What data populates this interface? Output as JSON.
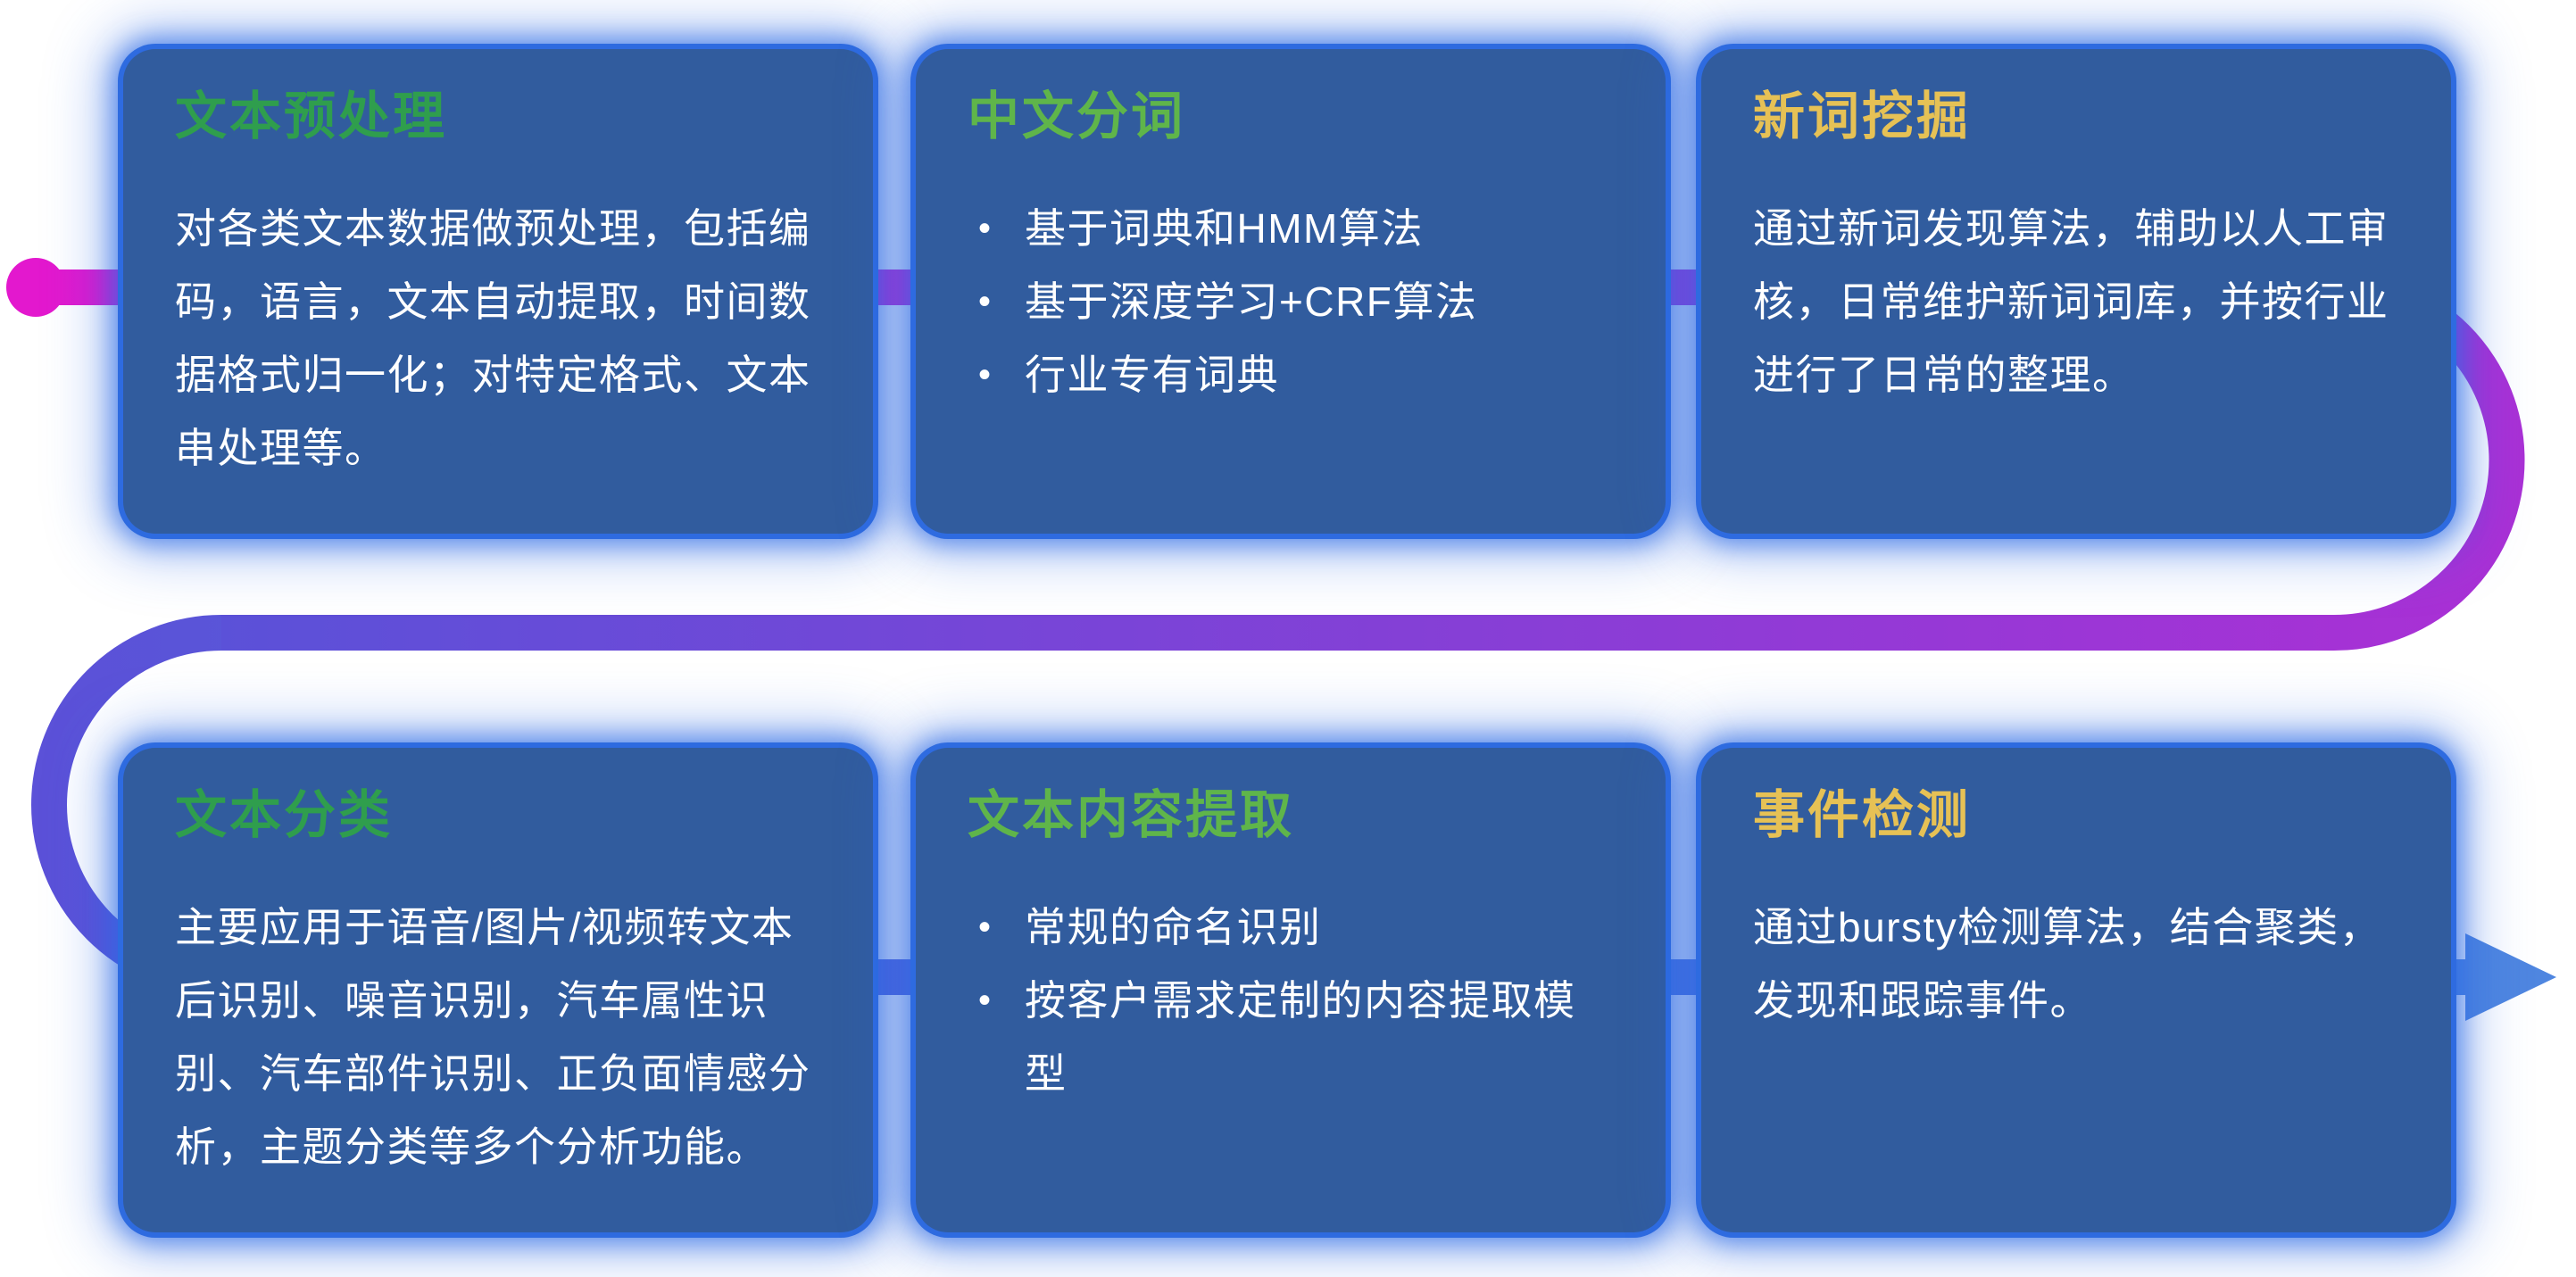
{
  "ui": {
    "bullet": "•"
  },
  "colors": {
    "page_bg": "#FFFFFF",
    "card_bg": "#315C9E",
    "card_glow": "#2E6BE0",
    "body_text": "#FFFFFF"
  },
  "flow": {
    "start_dot_color": "#E318CE",
    "arrow_color": "#4F86E0",
    "gradient": [
      "#E318CE",
      "#AA30D5",
      "#5B51D8",
      "#4F86E0"
    ]
  },
  "cards": [
    {
      "id": "text-preprocessing",
      "title": "文本预处理",
      "title_color": "#2F9E4D",
      "type": "paragraph",
      "body": "对各类文本数据做预处理，包括编码，语言，文本自动提取，时间数据格式归一化；对特定格式、文本串处理等。"
    },
    {
      "id": "chinese-word-segmentation",
      "title": "中文分词",
      "title_color": "#5FB54A",
      "type": "bullets",
      "bullets": [
        "基于词典和HMM算法",
        "基于深度学习+CRF算法",
        "行业专有词典"
      ]
    },
    {
      "id": "new-word-mining",
      "title": "新词挖掘",
      "title_color": "#E6C155",
      "type": "paragraph",
      "body": "通过新词发现算法，辅助以人工审核，日常维护新词词库，并按行业进行了日常的整理。"
    },
    {
      "id": "text-classification",
      "title": "文本分类",
      "title_color": "#2F9E4D",
      "type": "paragraph",
      "body": "主要应用于语音/图片/视频转文本后识别、噪音识别，汽车属性识别、汽车部件识别、正负面情感分析，主题分类等多个分析功能。"
    },
    {
      "id": "text-content-extraction",
      "title": "文本内容提取",
      "title_color": "#5FB54A",
      "type": "bullets",
      "bullets": [
        "常规的命名识别",
        "按客户需求定制的内容提取模型"
      ]
    },
    {
      "id": "event-detection",
      "title": "事件检测",
      "title_color": "#E6C155",
      "type": "paragraph",
      "body": "通过bursty检测算法，结合聚类，发现和跟踪事件。"
    }
  ]
}
